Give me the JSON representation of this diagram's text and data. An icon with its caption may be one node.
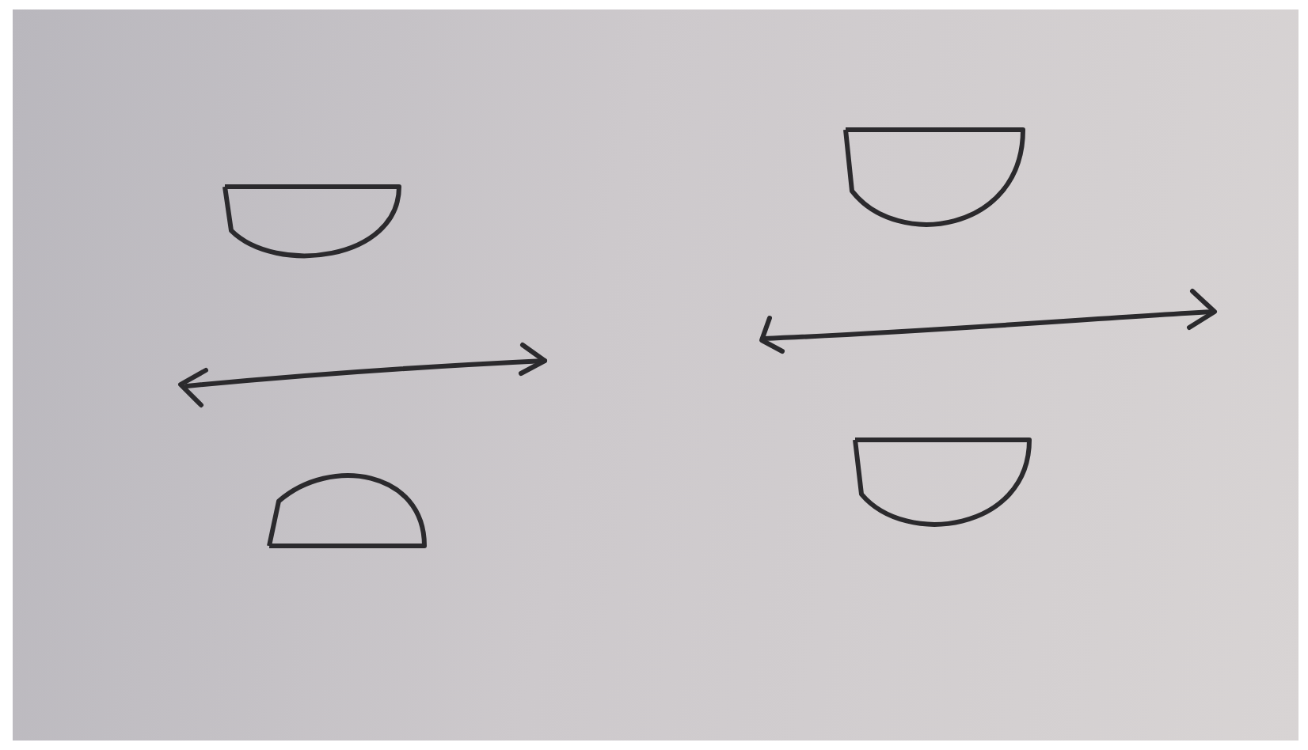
{
  "diagram": {
    "nodes": [
      {
        "text": [],
        "shape": "semicircle"
      },
      {
        "text": [],
        "shape": "semicircle"
      },
      {
        "text": [],
        "shape": "semicircle"
      },
      {
        "text": [],
        "shape": "semicircle"
      }
    ]
  }
}
